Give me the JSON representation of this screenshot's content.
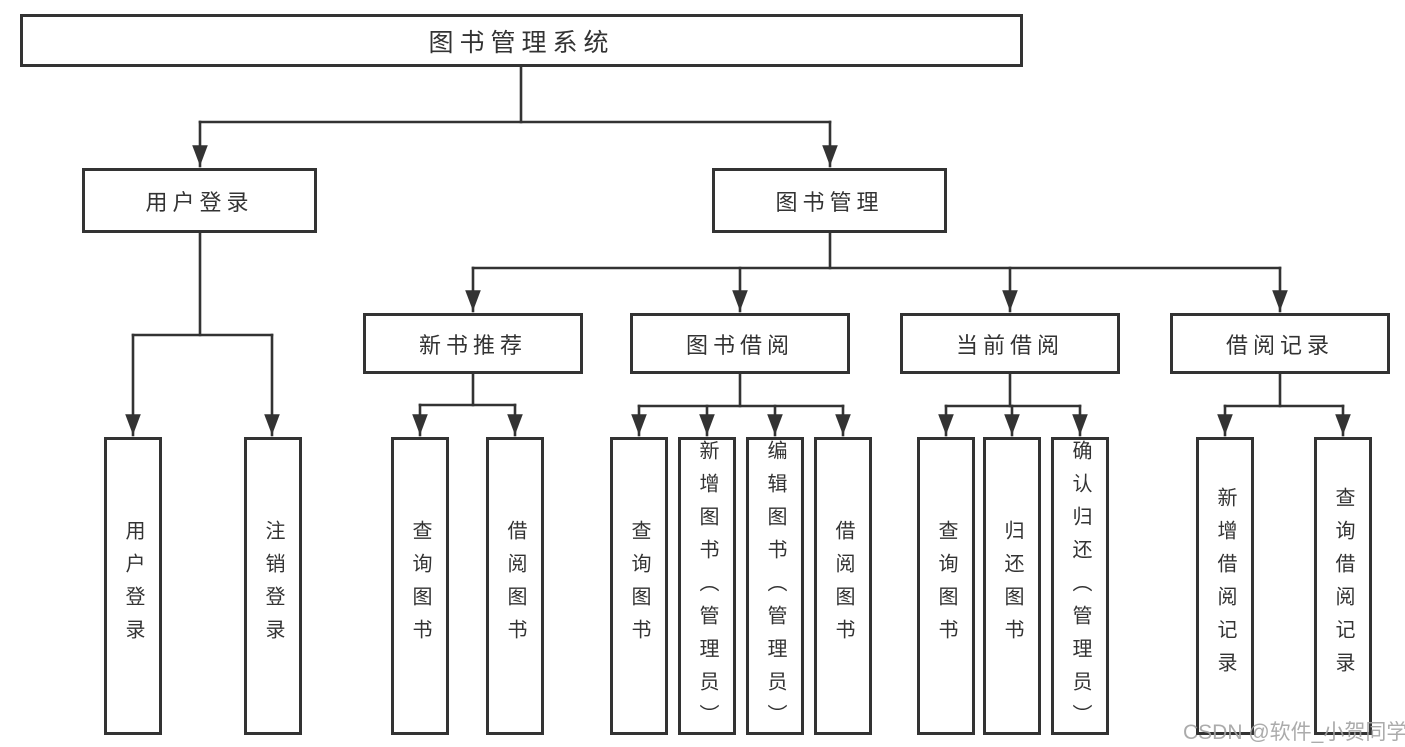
{
  "diagram": {
    "root": {
      "label": "图书管理系统"
    },
    "branches": [
      {
        "label": "用户登录",
        "children": [
          {
            "label": "用户登录"
          },
          {
            "label": "注销登录"
          }
        ]
      },
      {
        "label": "图书管理",
        "children": [
          {
            "label": "新书推荐",
            "children": [
              {
                "label": "查询图书"
              },
              {
                "label": "借阅图书"
              }
            ]
          },
          {
            "label": "图书借阅",
            "children": [
              {
                "label": "查询图书"
              },
              {
                "label": "新增图书（管理员）"
              },
              {
                "label": "编辑图书（管理员）"
              },
              {
                "label": "借阅图书"
              }
            ]
          },
          {
            "label": "当前借阅",
            "children": [
              {
                "label": "查询图书"
              },
              {
                "label": "归还图书"
              },
              {
                "label": "确认归还（管理员）"
              }
            ]
          },
          {
            "label": "借阅记录",
            "children": [
              {
                "label": "新增借阅记录"
              },
              {
                "label": "查询借阅记录"
              }
            ]
          }
        ]
      }
    ]
  },
  "watermark": {
    "text": "CSDN @软件_小贺同学"
  },
  "colors": {
    "line": "#333333",
    "box_border": "#333333",
    "text": "#333333",
    "watermark": "#a3a3a3",
    "background": "#ffffff"
  }
}
